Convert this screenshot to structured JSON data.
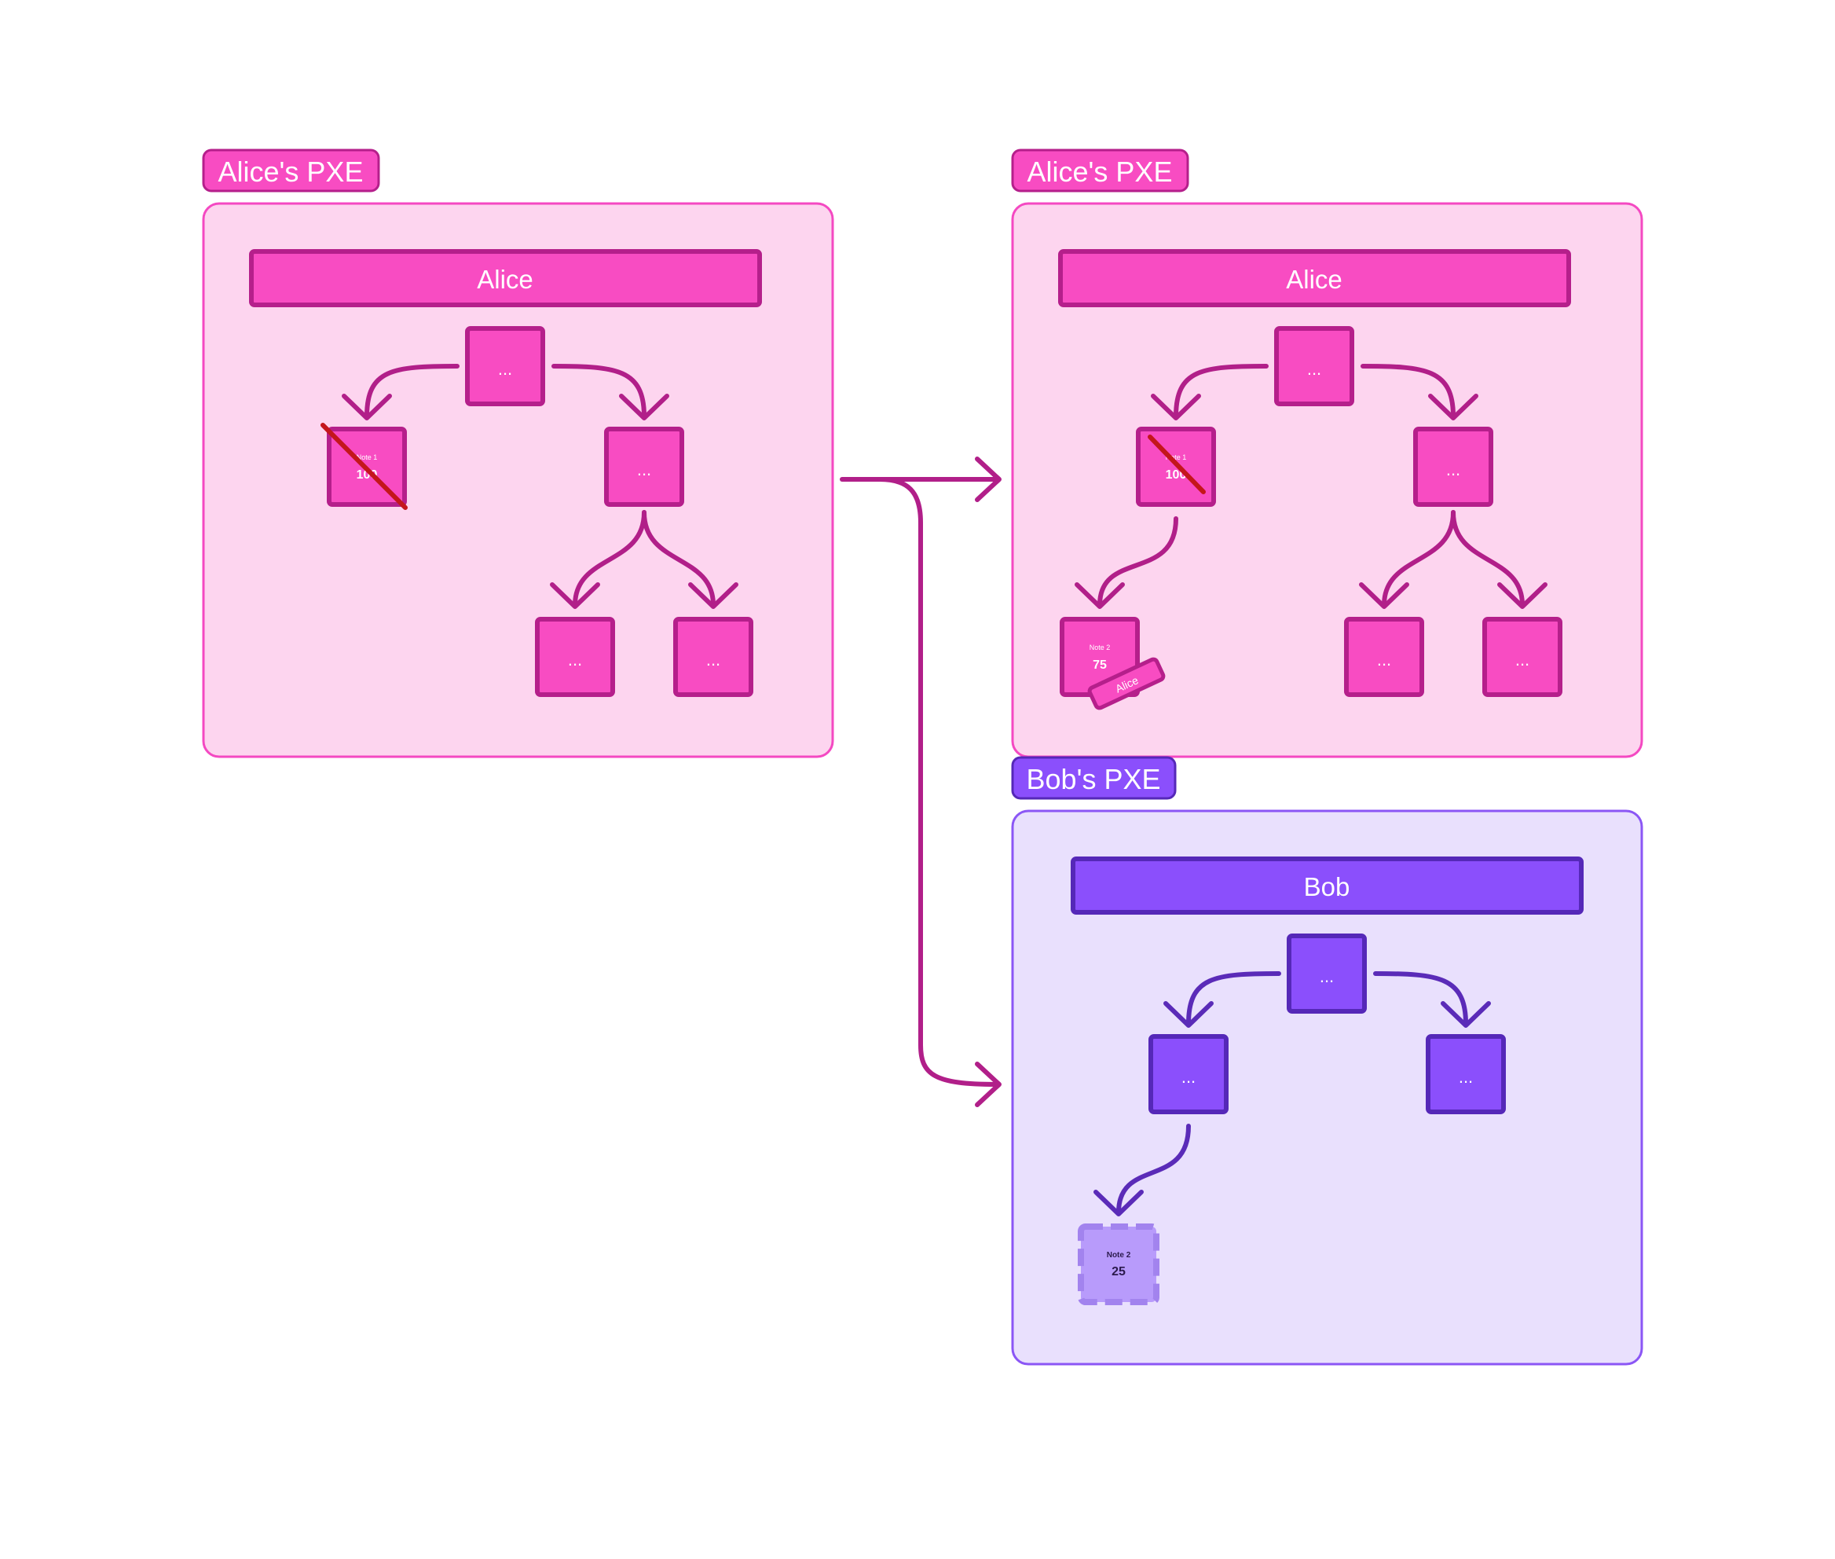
{
  "colors": {
    "alice_panel_fill": "#fdd5ef",
    "alice_panel_stroke": "#f449c2",
    "alice_node_fill": "#f84cc2",
    "alice_node_stroke": "#b51f8b",
    "alice_arrow": "#b11f89",
    "bob_panel_fill": "#e9e0fd",
    "bob_panel_stroke": "#8b56f5",
    "bob_node_fill": "#8b4ffc",
    "bob_node_stroke": "#5528b8",
    "bob_arrow": "#5a2bb8",
    "nullifier_strike": "#c4161c",
    "pending_note_fill": "#b89bfb",
    "pending_note_stroke": "#a283ee",
    "transfer_arrow": "#b11f89"
  },
  "panels": {
    "alice_before": {
      "tag": "Alice's PXE",
      "header": "Alice",
      "nodes": {
        "root": "...",
        "left": {
          "label": "Note 1",
          "value": "100"
        },
        "right": "...",
        "right_left": "...",
        "right_right": "..."
      }
    },
    "alice_after": {
      "tag": "Alice's PXE",
      "header": "Alice",
      "nodes": {
        "root": "...",
        "left": {
          "label": "Note 1",
          "value": "100"
        },
        "right": "...",
        "left_child": {
          "label": "Note 2",
          "value": "75",
          "tag": "Alice"
        },
        "right_left": "...",
        "right_right": "..."
      }
    },
    "bob": {
      "tag": "Bob's PXE",
      "header": "Bob",
      "nodes": {
        "root": "...",
        "left": "...",
        "right": "...",
        "left_child": {
          "label": "Note 2",
          "value": "25"
        }
      }
    }
  }
}
